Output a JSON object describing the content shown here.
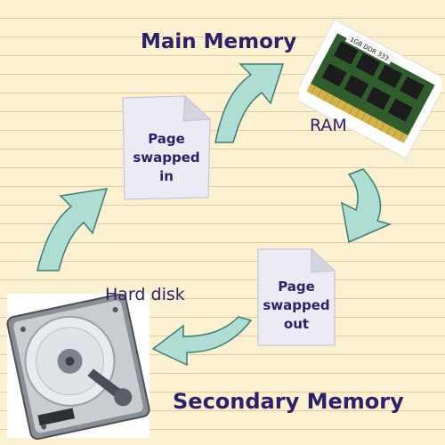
{
  "title_main": "Main Memory",
  "title_secondary": "Secondary Memory",
  "ram_label": "RAM",
  "hard_disk_label": "Hard disk",
  "page_in_text": [
    "Page",
    "swapped",
    "in"
  ],
  "page_out_text": [
    "Page",
    "swapped",
    "out"
  ],
  "ram_chip_label": "1GB DDR 333",
  "colors": {
    "background": "#fbf0cf",
    "rule_lines": "#e9c79f",
    "title_text": "#2e1f6b",
    "arrow_fill": "#aeddd3",
    "arrow_stroke": "#3c7d77",
    "document_fill": "#eceaf4"
  }
}
